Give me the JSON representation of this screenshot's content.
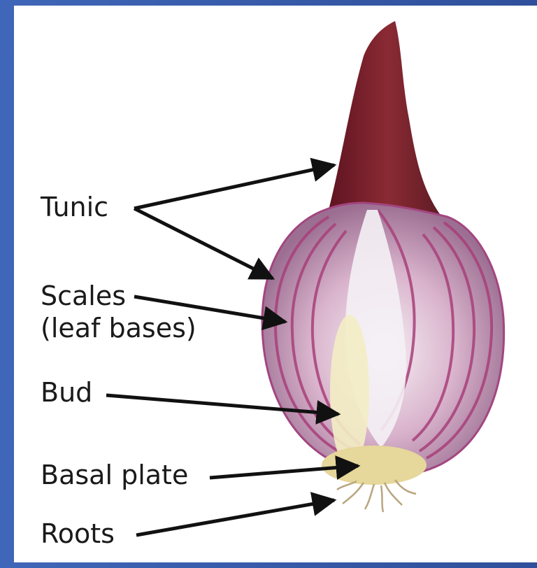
{
  "diagram": {
    "labels": {
      "tunic": "Tunic",
      "scales_line1": "Scales",
      "scales_line2": "(leaf bases)",
      "bud": "Bud",
      "basal_plate": "Basal plate",
      "roots": "Roots"
    },
    "colors": {
      "background_border": "#3a5ca8",
      "panel": "#ffffff",
      "onion_skin": "#c89ab8",
      "onion_ring": "#a8407a",
      "onion_core": "#f2eef2",
      "tunic": "#7a1f2a",
      "bud": "#f3edc4",
      "basal_plate": "#e6d79a",
      "roots": "#c8b89a",
      "arrow": "#111111"
    }
  }
}
